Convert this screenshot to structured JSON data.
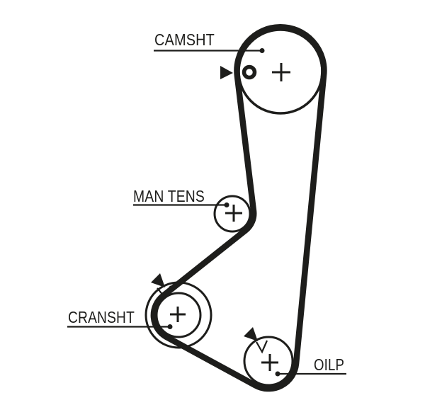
{
  "diagram": {
    "type": "timing-belt-routing-diagram",
    "background": "#ffffff",
    "ink_color": "#1d1d1b",
    "belt": {
      "name": "timing-belt"
    },
    "pulleys": [
      {
        "id": "camshaft",
        "label": "CAMSHT",
        "marker": "round-hole-and-arrow"
      },
      {
        "id": "manual-tensioner",
        "label": "MAN TENS",
        "marker": "none"
      },
      {
        "id": "crankshaft",
        "label": "CRANSHT",
        "marker": "notch-and-arrow"
      },
      {
        "id": "oil-pump",
        "label": "OILP",
        "marker": "notch-and-arrow"
      }
    ]
  }
}
